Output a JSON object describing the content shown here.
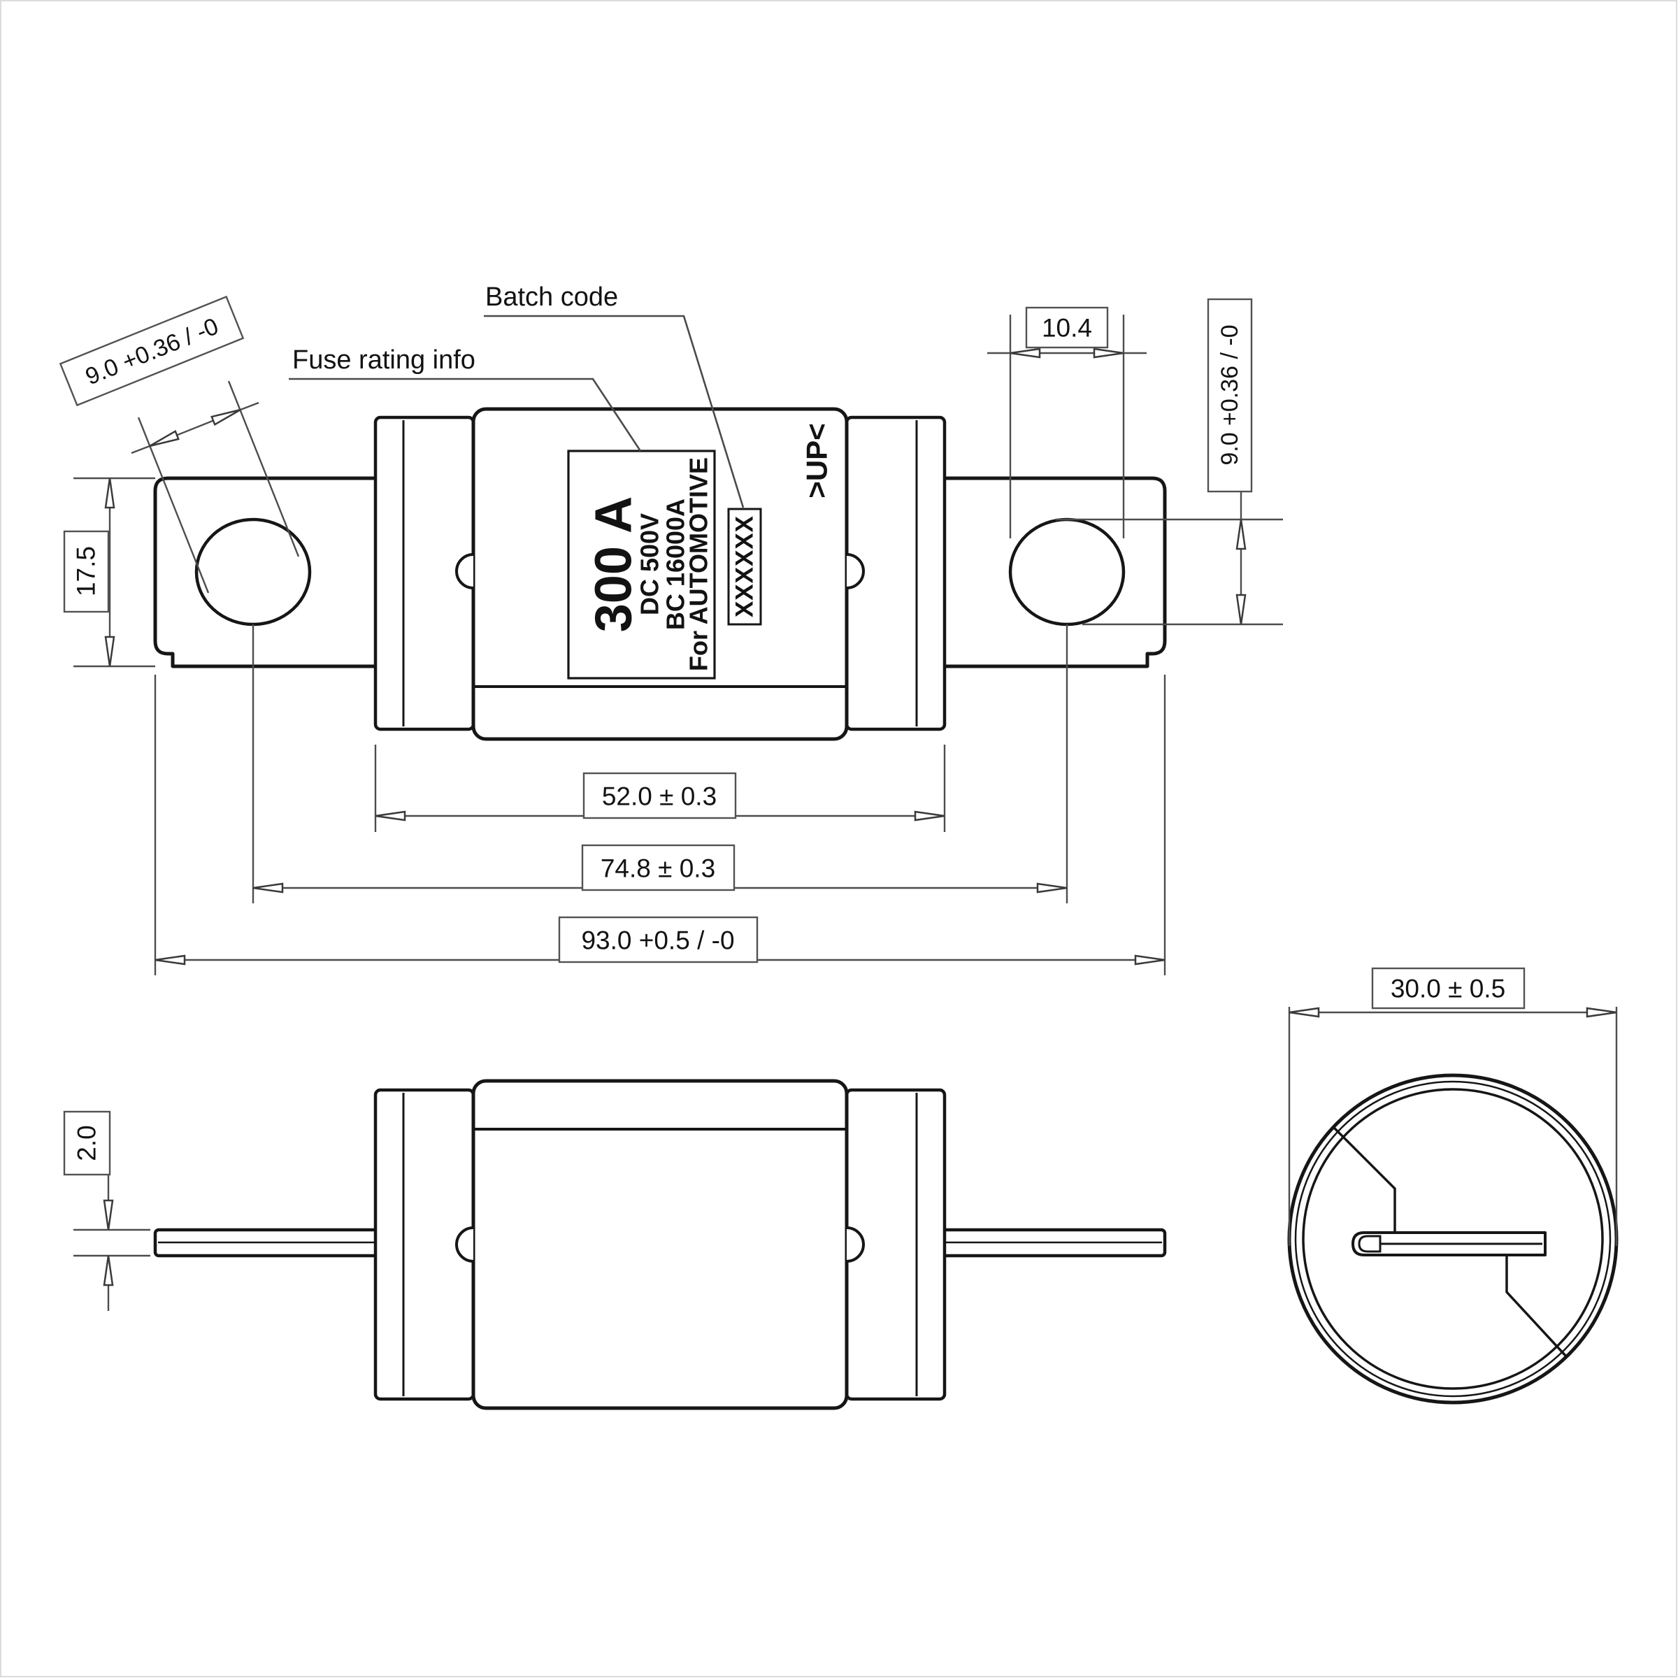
{
  "callouts": {
    "batch_code": "Batch code",
    "fuse_rating_info": "Fuse rating info"
  },
  "marking": {
    "current_rating": "300 A",
    "voltage_rating": "DC 500V",
    "breaking_capacity": "BC 16000A",
    "application": "For AUTOMOTIVE",
    "batch_code_placeholder": "XXXXXX",
    "orientation_marking": ">UP<"
  },
  "dimensions": {
    "terminal_height": "17.5",
    "hole_size_left": "9.0 +0.36 / -0",
    "hole_slot_length": "10.4",
    "hole_size_right": "9.0 +0.36 / -0",
    "cap_to_cap_length": "52.0 ± 0.3",
    "hole_center_distance": "74.8 ± 0.3",
    "overall_length": "93.0 +0.5 / -0",
    "body_diameter": "30.0 ± 0.5",
    "terminal_thickness": "2.0"
  },
  "colors": {
    "outline": "#161616",
    "dimension_lines": "#4d4d4d",
    "background": "#ffffff"
  }
}
